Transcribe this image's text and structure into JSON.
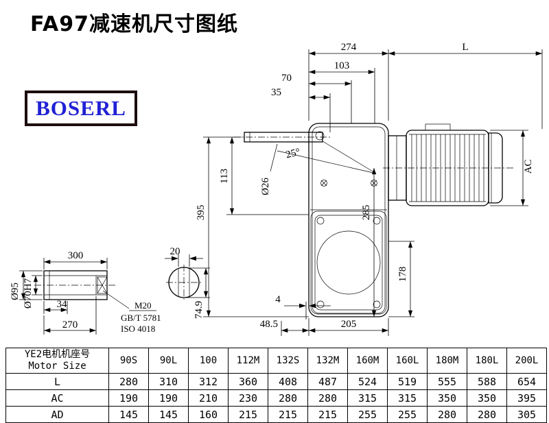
{
  "title": "FA97减速机尺寸图纸",
  "logo": {
    "text": "BOSERL"
  },
  "drawing": {
    "dims": {
      "w274": "274",
      "len_l": "L",
      "d103": "103",
      "d70": "70",
      "d35": "35",
      "angle25": "25°",
      "dia26": "Ø26",
      "d113": "113",
      "d395": "395",
      "d285": "285",
      "ac": "AC",
      "d178": "178",
      "d4": "4",
      "d48_5": "48.5",
      "d205": "205"
    },
    "shaft_detail": {
      "d300": "300",
      "d20": "20",
      "dia95": "Ø95",
      "dia70h7": "Ø70H7",
      "d34": "34",
      "d270": "270",
      "bolt": "M20",
      "std_gb": "GB/T 5781",
      "std_iso": "ISO 4018",
      "d74_9": "74.9"
    }
  },
  "table": {
    "header_cn": "YE2电机机座号",
    "header_en": "Motor Size",
    "columns": [
      "90S",
      "90L",
      "100",
      "112M",
      "132S",
      "132M",
      "160M",
      "160L",
      "180M",
      "180L",
      "200L"
    ],
    "rows": [
      {
        "label": "L",
        "values": [
          "280",
          "310",
          "312",
          "360",
          "408",
          "487",
          "524",
          "519",
          "555",
          "588",
          "654"
        ]
      },
      {
        "label": "AC",
        "values": [
          "190",
          "190",
          "210",
          "230",
          "280",
          "280",
          "315",
          "315",
          "350",
          "350",
          "395"
        ]
      },
      {
        "label": "AD",
        "values": [
          "145",
          "145",
          "160",
          "215",
          "215",
          "215",
          "255",
          "255",
          "280",
          "280",
          "305"
        ]
      }
    ]
  }
}
